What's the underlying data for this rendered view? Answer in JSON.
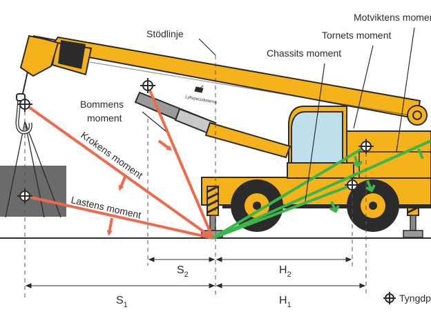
{
  "labels": {
    "stodlinje": "Stödlinje",
    "motviktens_moment": "Motviktens moment",
    "tornets_moment": "Tornets moment",
    "chassits_moment": "Chassits moment",
    "bommens_line1": "Bommens",
    "bommens_line2": "moment",
    "krokens_moment": "Krokens moment",
    "lastens_moment": "Lastens moment",
    "brand": "Lyftspecialisterna",
    "legend_tyngdpunkt": "Tyngdpunkt"
  },
  "dimensions": {
    "s2": {
      "base": "S",
      "sub": "2"
    },
    "h2": {
      "base": "H",
      "sub": "2"
    },
    "s1": {
      "base": "S",
      "sub": "1"
    },
    "h1": {
      "base": "H",
      "sub": "1"
    }
  },
  "colors": {
    "crane_yellow": "#f5b21b",
    "outline": "#2b2b2b",
    "moment_red": "#ee6a4a",
    "moment_green": "#3cb54a",
    "load_grey": "#6b6b6b",
    "window_blue": "#bfe0ea",
    "ground": "#2b2b2b",
    "guide": "#555555"
  },
  "icons": [
    "center-of-gravity-icon",
    "hook-icon",
    "tire-icon",
    "outrigger-icon"
  ]
}
